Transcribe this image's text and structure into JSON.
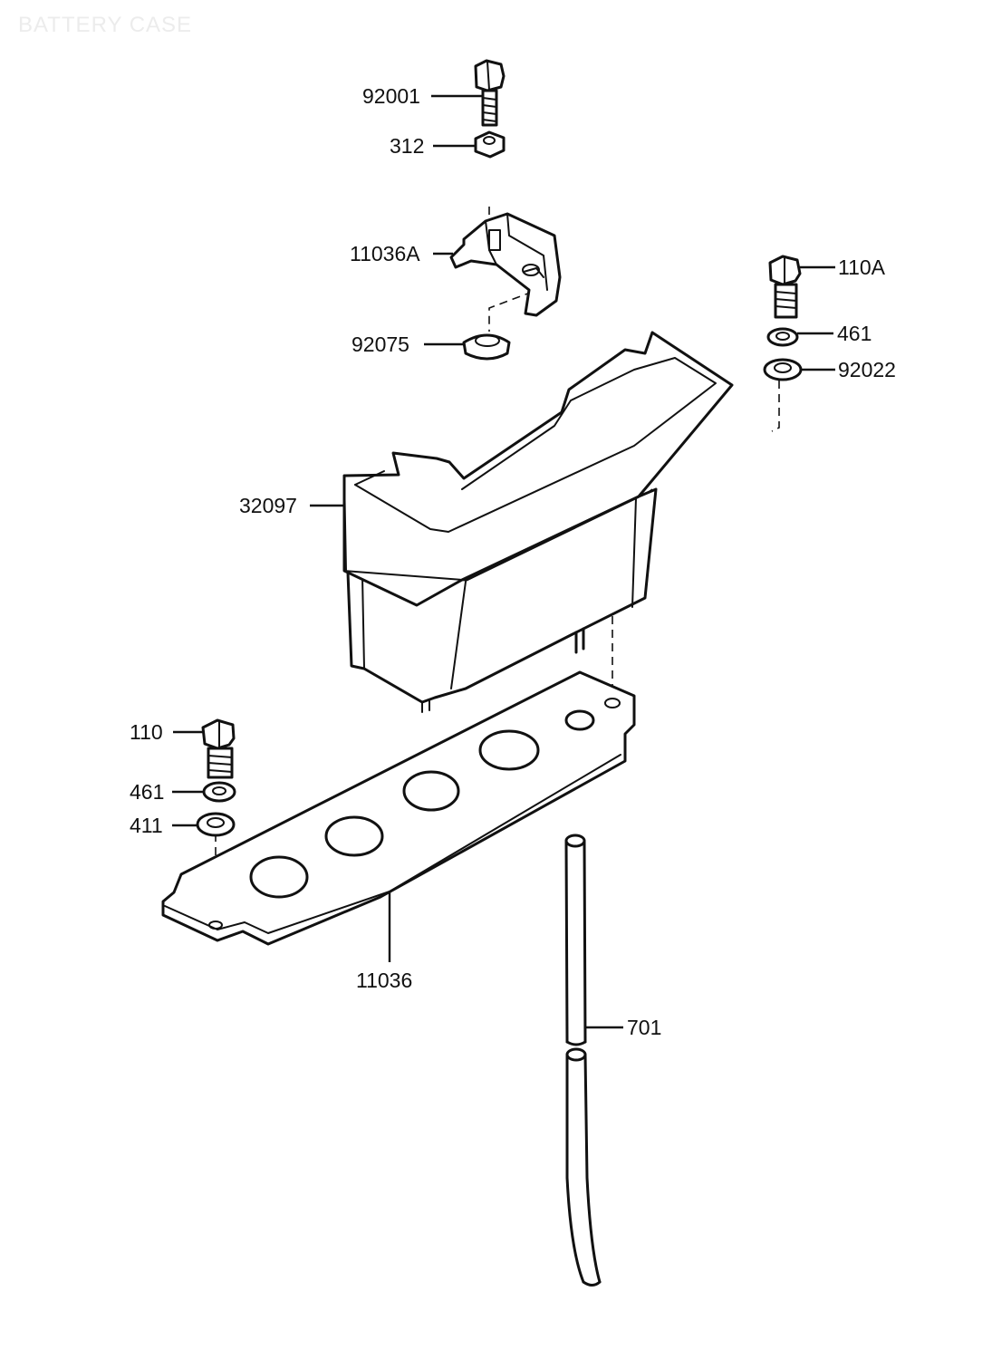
{
  "diagram": {
    "watermark": "BATTERY CASE",
    "callouts": {
      "bolt_top": "92001",
      "nut_top": "312",
      "bracket": "11036A",
      "damper": "92075",
      "bolt_right": "110A",
      "lockwasher_right": "461",
      "washer_right": "92022",
      "battery_case": "32097",
      "bolt_left": "110",
      "lockwasher_left": "461",
      "washer_left": "411",
      "plate": "11036",
      "hose": "701"
    }
  }
}
